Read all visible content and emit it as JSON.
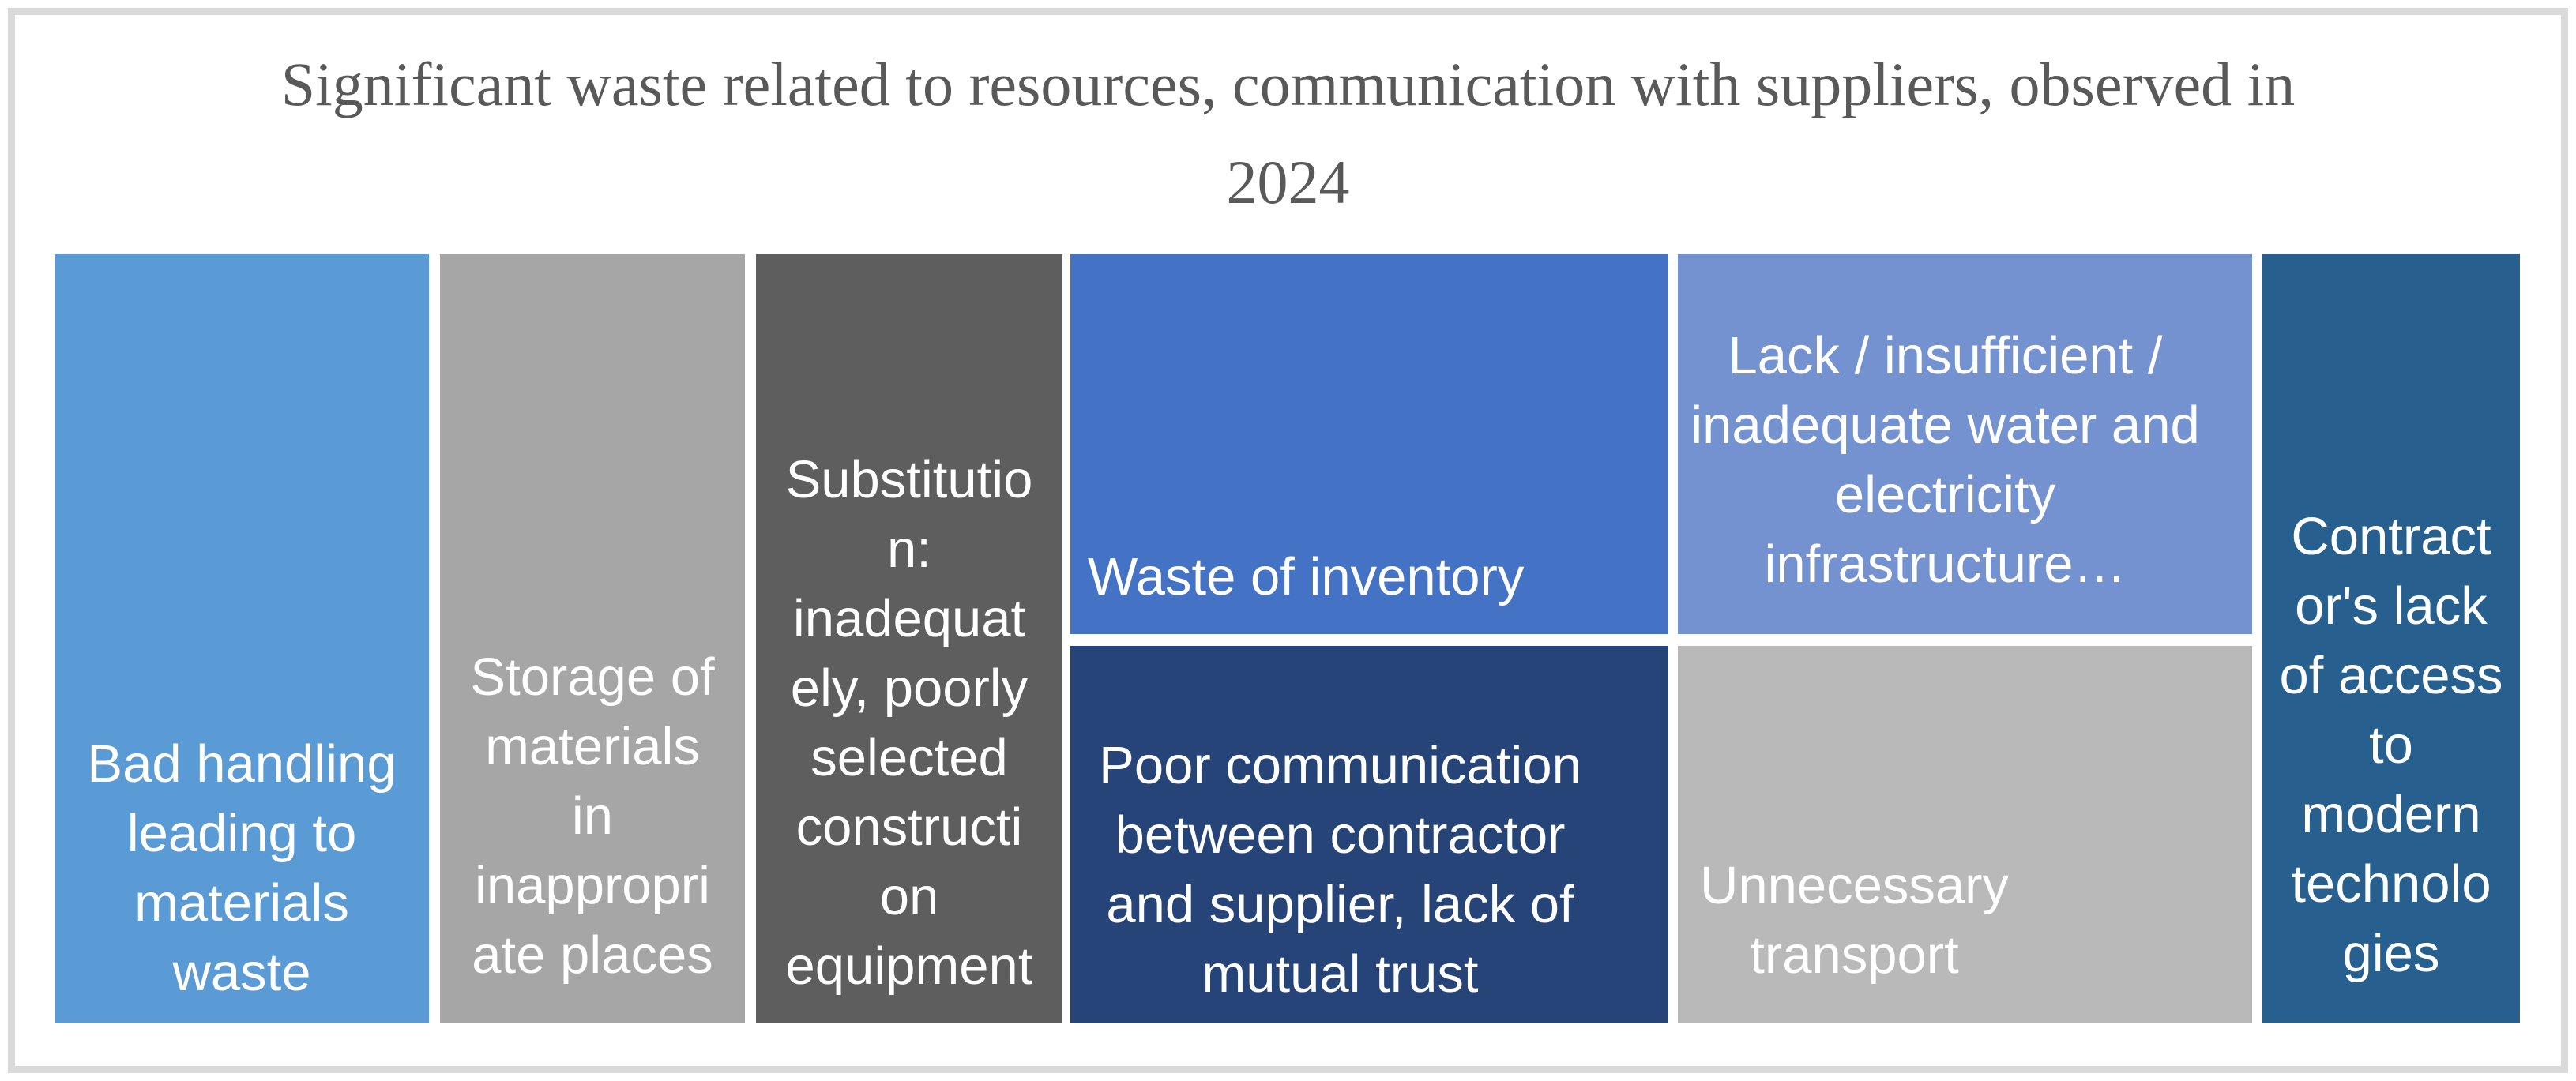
{
  "frame": {
    "background_color": "#FFFFFF",
    "border_color": "#D9D9D9"
  },
  "chart": {
    "title": "Significant waste related to resources, communication with suppliers, observed in\n2024",
    "title_color": "#595959",
    "label_text_color": "#FFFFFF"
  },
  "tiles": [
    {
      "id": "bad-handling",
      "label": "Bad handling\nleading to\nmaterials\nwaste",
      "color": "#5B9BD5"
    },
    {
      "id": "storage",
      "label": "Storage of\nmaterials\nin\ninappropri\nate places",
      "color": "#A6A6A6"
    },
    {
      "id": "substitution",
      "label": "Substitutio\nn:\ninadequat\nely, poorly\nselected\nconstructi\non\nequipment",
      "color": "#5E5E5E"
    },
    {
      "id": "waste-of-inventory",
      "label": "Waste of inventory",
      "color": "#4472C4"
    },
    {
      "id": "poor-communication",
      "label": "Poor communication\nbetween contractor\nand supplier, lack of\nmutual trust",
      "color": "#264478"
    },
    {
      "id": "infrastructure",
      "label": "Lack / insufficient /\ninadequate water and\nelectricity\ninfrastructure…",
      "color": "#7492CF"
    },
    {
      "id": "transport",
      "label": "Unnecessary\ntransport",
      "color": "#B9B9B9"
    },
    {
      "id": "technologies",
      "label": "Contract\nor's lack\nof access\nto\nmodern\ntechnolo\ngies",
      "color": "#27608F"
    }
  ],
  "chart_data": {
    "type": "treemap",
    "title": "Significant waste related to resources, communication with suppliers, observed in 2024",
    "categories": [
      "Bad handling leading to materials waste",
      "Storage of materials in inappropriate places",
      "Substitution: inadequately, poorly selected construction equipment",
      "Waste of inventory",
      "Poor communication between contractor and supplier, lack of mutual trust",
      "Lack / insufficient / inadequate water and electricity infrastructure…",
      "Unnecessary transport",
      "Contractor's lack of access to modern technologies"
    ],
    "values": [
      15.6,
      12.7,
      12.8,
      12.3,
      12.2,
      11.8,
      11.8,
      10.7
    ],
    "values_note": "Numeric values are not labeled in the chart; values are estimated relative tile areas in % of total.",
    "colors": [
      "#5B9BD5",
      "#A6A6A6",
      "#5E5E5E",
      "#4472C4",
      "#264478",
      "#7492CF",
      "#B9B9B9",
      "#27608F"
    ],
    "legend": "none",
    "data_labels": "category names only, white text"
  }
}
